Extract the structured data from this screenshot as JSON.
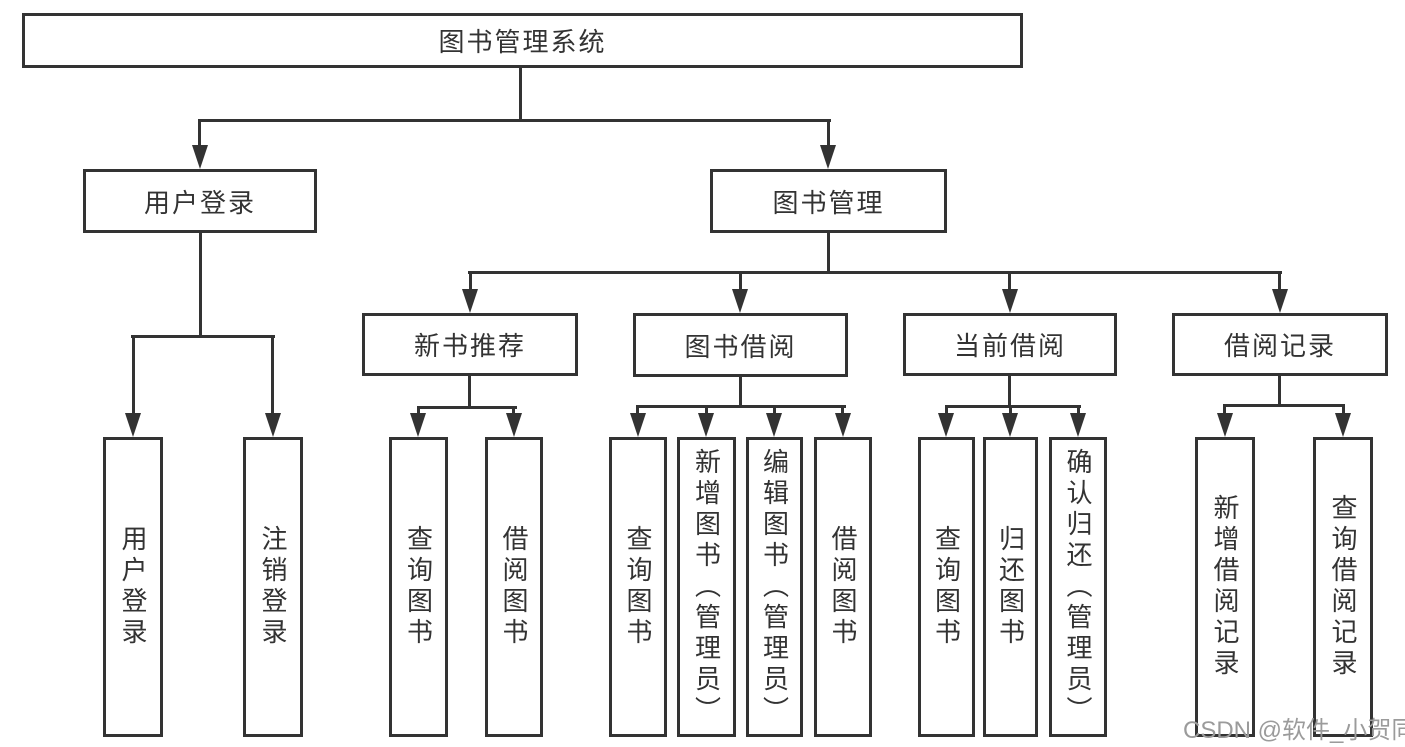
{
  "diagram": {
    "root": {
      "label": "图书管理系统",
      "children": [
        {
          "label": "用户登录",
          "children": [
            {
              "label": "用户登录"
            },
            {
              "label": "注销登录"
            }
          ]
        },
        {
          "label": "图书管理",
          "children": [
            {
              "label": "新书推荐",
              "children": [
                {
                  "label": "查询图书"
                },
                {
                  "label": "借阅图书"
                }
              ]
            },
            {
              "label": "图书借阅",
              "children": [
                {
                  "label": "查询图书"
                },
                {
                  "label": "新增图书（管理员）"
                },
                {
                  "label": "编辑图书（管理员）"
                },
                {
                  "label": "借阅图书"
                }
              ]
            },
            {
              "label": "当前借阅",
              "children": [
                {
                  "label": "查询图书"
                },
                {
                  "label": "归还图书"
                },
                {
                  "label": "确认归还（管理员）"
                }
              ]
            },
            {
              "label": "借阅记录",
              "children": [
                {
                  "label": "新增借阅记录"
                },
                {
                  "label": "查询借阅记录"
                }
              ]
            }
          ]
        }
      ]
    }
  },
  "watermark": "CSDN @软件_小贺同学",
  "colors": {
    "line": "#333333",
    "text": "#333333",
    "watermark": "#9b9b9b",
    "background": "#ffffff"
  }
}
